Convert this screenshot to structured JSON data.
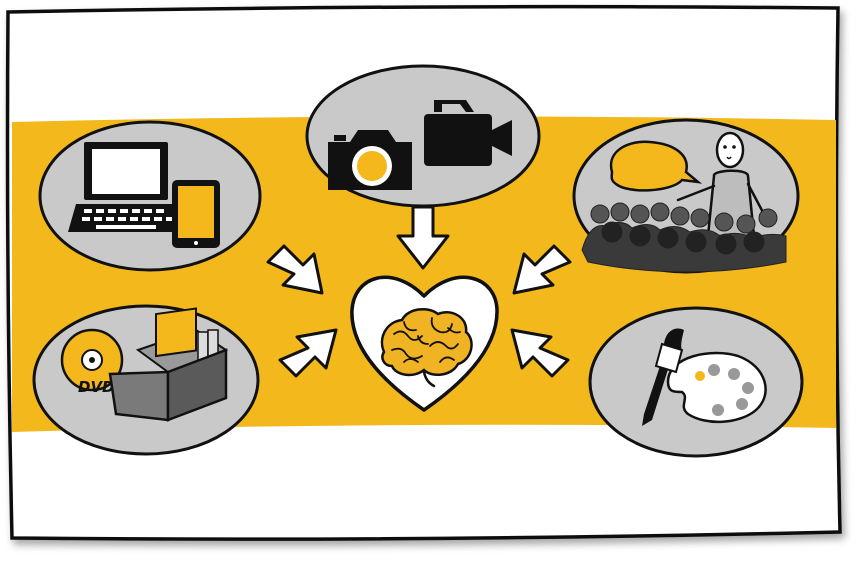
{
  "diagram": {
    "colors": {
      "band": "#f2b81c",
      "bubble": "#c9c9c9",
      "accent": "#f4b81c",
      "ink": "#111111",
      "paper": "#ffffff",
      "brain": "#f0b323"
    },
    "center": {
      "icon": "brain-in-heart-icon"
    },
    "nodes": [
      {
        "id": "devices",
        "icon": "laptop-tablet-icon"
      },
      {
        "id": "recording",
        "icon": "camera-camcorder-icon"
      },
      {
        "id": "speaking",
        "icon": "speaker-audience-icon"
      },
      {
        "id": "media",
        "icon": "dvd-box-icon",
        "label": "DVD"
      },
      {
        "id": "art",
        "icon": "palette-brush-icon"
      }
    ],
    "edges": [
      {
        "from": "devices",
        "to": "center"
      },
      {
        "from": "recording",
        "to": "center"
      },
      {
        "from": "speaking",
        "to": "center"
      },
      {
        "from": "media",
        "to": "center"
      },
      {
        "from": "art",
        "to": "center"
      }
    ]
  }
}
